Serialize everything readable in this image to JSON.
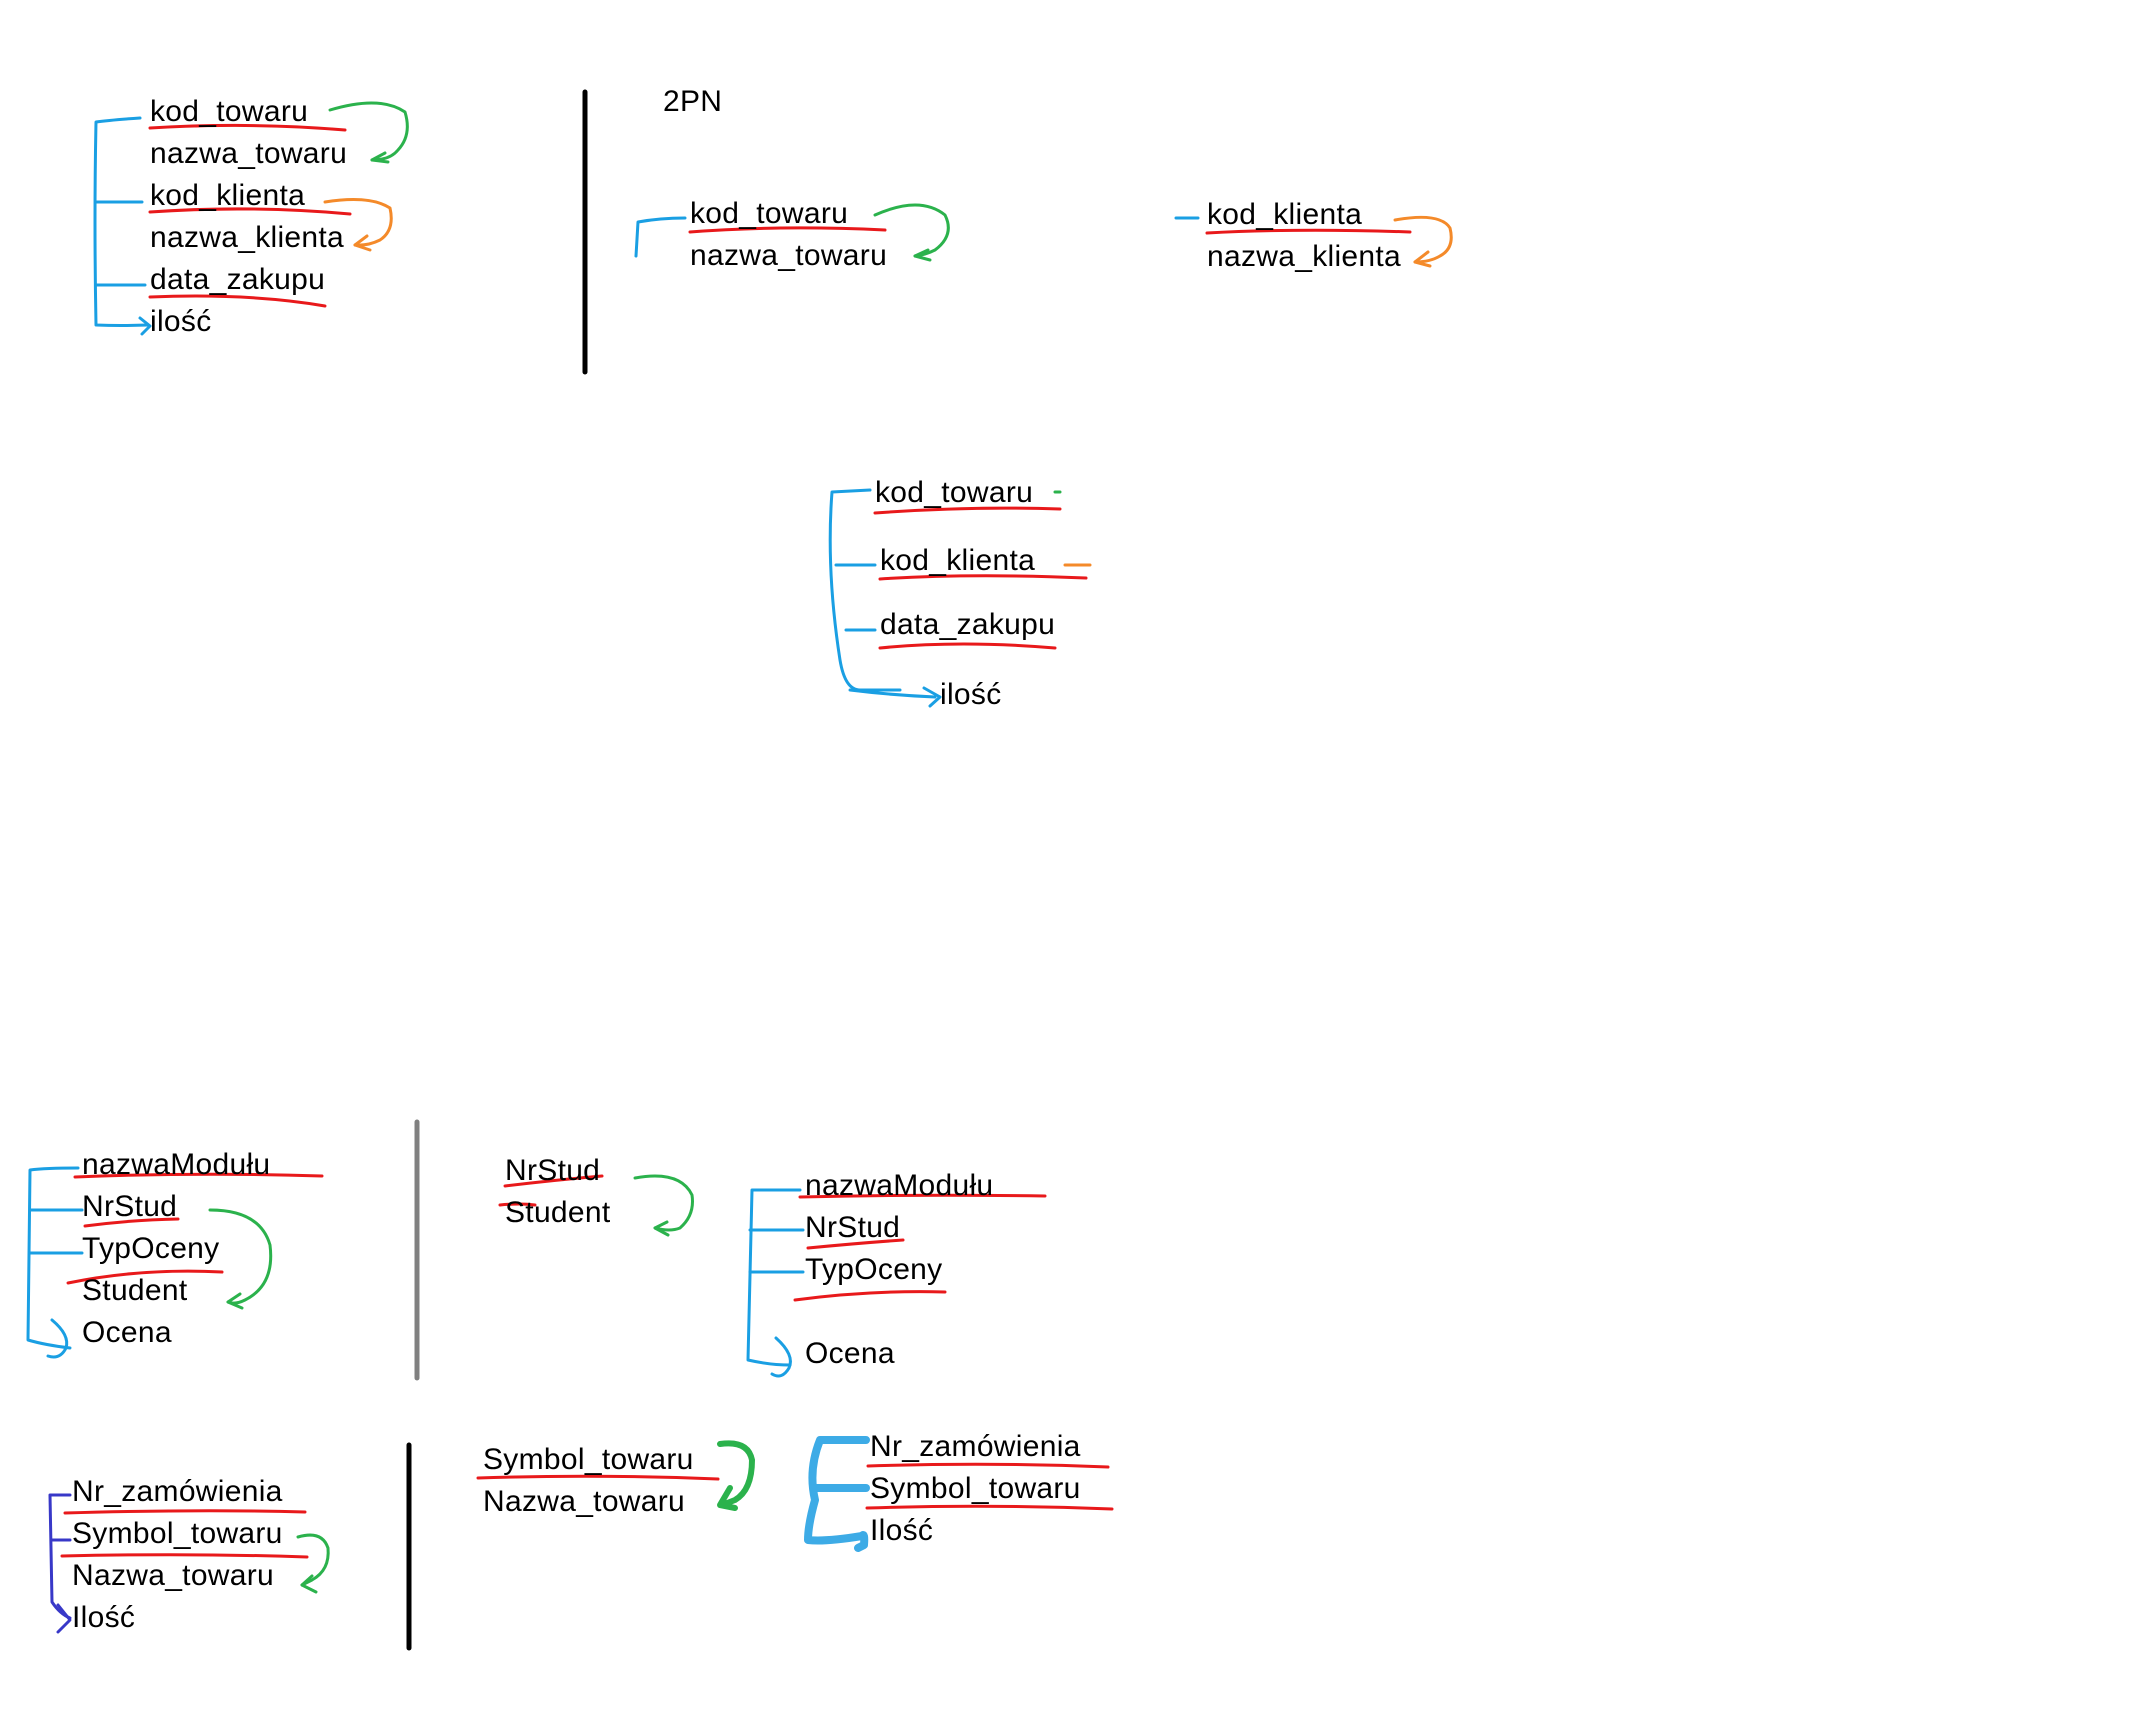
{
  "colors": {
    "text": "#000000",
    "underline": "#e8191b",
    "blue_bracket": "#1a9fe3",
    "green_arrow": "#2bb24c",
    "orange_arrow": "#f48a2a",
    "purple_bracket": "#3838c8",
    "divider_black": "#000000",
    "divider_gray": "#808080"
  },
  "labels": {
    "title_2pn": "2PN",
    "top_left": {
      "kod_towaru": "kod_towaru",
      "nazwa_towaru": "nazwa_towaru",
      "kod_klienta": "kod_klienta",
      "nazwa_klienta": "nazwa_klienta",
      "data_zakupu": "data_zakupu",
      "ilosc": "ilość"
    },
    "towar_table": {
      "kod_towaru": "kod_towaru",
      "nazwa_towaru": "nazwa_towaru"
    },
    "klient_table": {
      "kod_klienta": "kod_klienta",
      "nazwa_klienta": "nazwa_klienta"
    },
    "zakup_table": {
      "kod_towaru": "kod_towaru",
      "kod_klienta": "kod_klienta",
      "data_zakupu": "data_zakupu",
      "ilosc": "ilość"
    },
    "ocena_left": {
      "nazwaModulu": "nazwaModułu",
      "nrStud": "NrStud",
      "typOceny": "TypOceny",
      "student": "Student",
      "ocena": "Ocena"
    },
    "student_table": {
      "nrStud": "NrStud",
      "student": "Student"
    },
    "ocena_right": {
      "nazwaModulu": "nazwaModułu",
      "nrStud": "NrStud",
      "typOceny": "TypOceny",
      "ocena": "Ocena"
    },
    "zamowienie_left": {
      "nr_zamowienia": "Nr_zamówienia",
      "symbol_towaru": "Symbol_towaru",
      "nazwa_towaru": "Nazwa_towaru",
      "ilosc": "Ilość"
    },
    "towar2_table": {
      "symbol_towaru": "Symbol_towaru",
      "nazwa_towaru": "Nazwa_towaru"
    },
    "zamowienie_right": {
      "nr_zamowienia": "Nr_zamówienia",
      "symbol_towaru": "Symbol_towaru",
      "ilosc": "Ilość"
    }
  }
}
